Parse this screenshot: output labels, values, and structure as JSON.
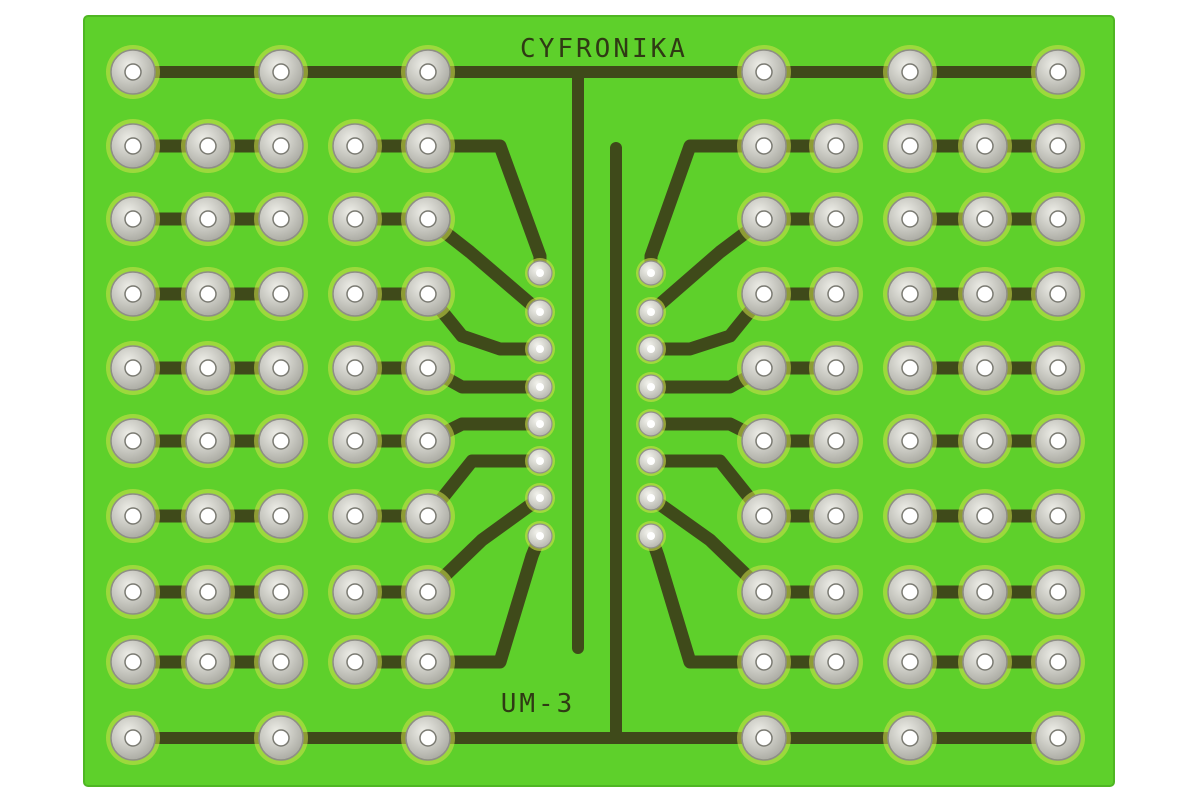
{
  "board": {
    "brand_label": "CYFRONIKA",
    "model_label": "UM-3"
  },
  "colors": {
    "background": "#ffffff",
    "solder_mask": "#5ed02b",
    "mask_edge": "#4fb623",
    "copper_trace": "#3f4a1a",
    "pad_halo": "#cfe04a",
    "pad_metal": "#c4c4bc",
    "pad_metal_highlight": "#eeeee8",
    "drill_hole": "#ffffff",
    "silkscreen_text": "#2f3a14"
  },
  "layout": {
    "pad_columns": 10,
    "pad_rows": 10,
    "smd_pads_per_side": 8
  }
}
